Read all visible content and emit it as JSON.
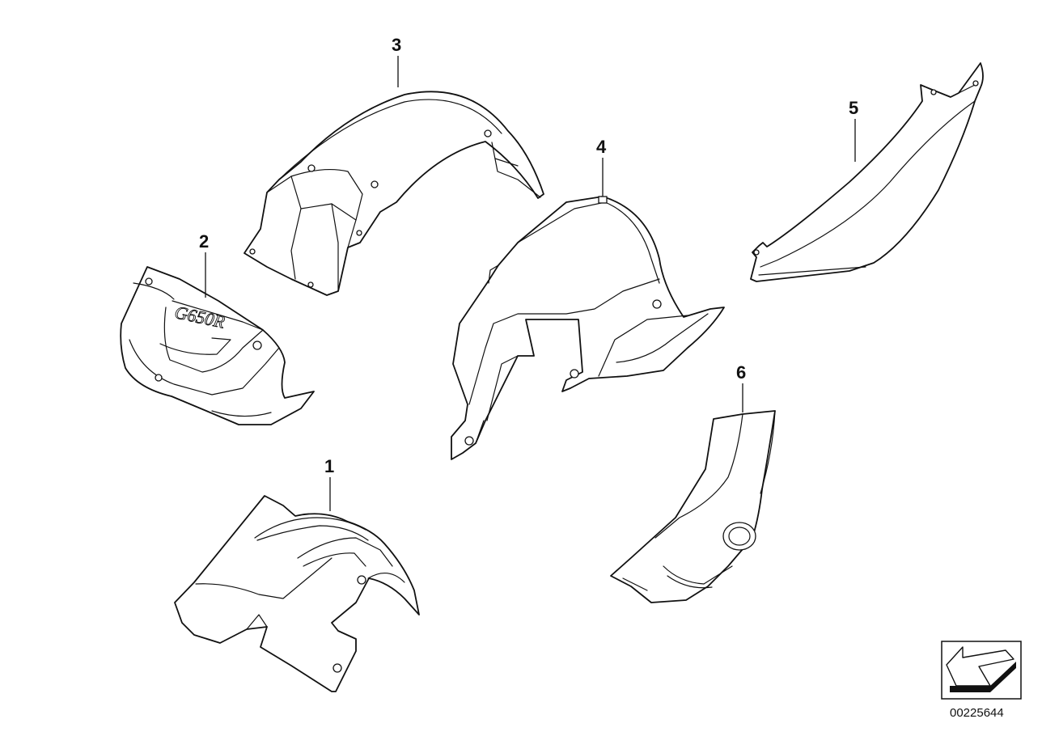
{
  "callouts": {
    "p1": "1",
    "p2": "2",
    "p3": "3",
    "p4": "4",
    "p5": "5",
    "p6": "6"
  },
  "part2_logo": "G650R",
  "diagram_number": "00225644",
  "icons": {
    "orientation": "direction-arrow-icon"
  }
}
